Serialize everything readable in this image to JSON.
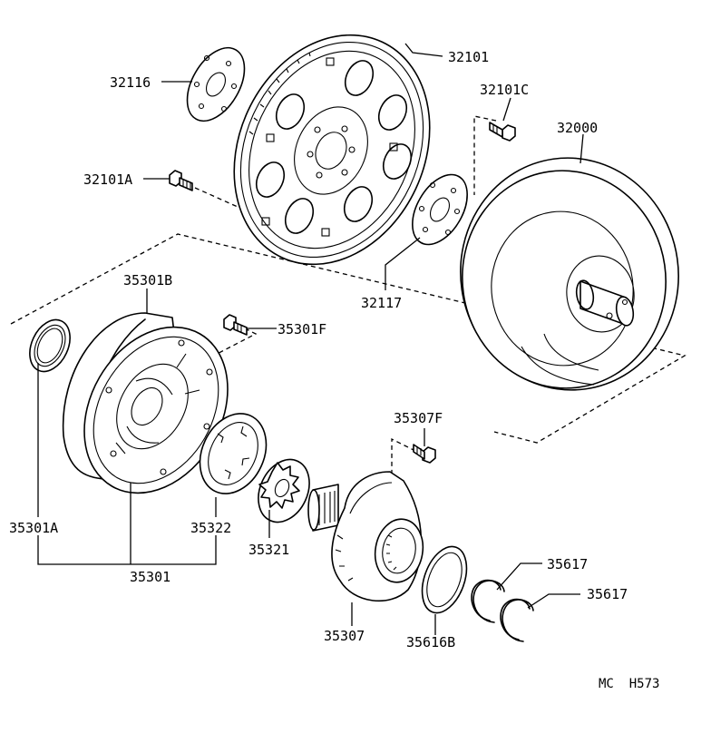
{
  "parts": {
    "p32101": "32101",
    "p32116": "32116",
    "p32101C": "32101C",
    "p32000": "32000",
    "p32101A": "32101A",
    "p32117": "32117",
    "p35301B": "35301B",
    "p35301F": "35301F",
    "p35307F": "35307F",
    "p35301A": "35301A",
    "p35322": "35322",
    "p35321": "35321",
    "p35301": "35301",
    "p35307": "35307",
    "p35616B": "35616B",
    "p35617a": "35617",
    "p35617b": "35617"
  },
  "reference": "MC  H573"
}
